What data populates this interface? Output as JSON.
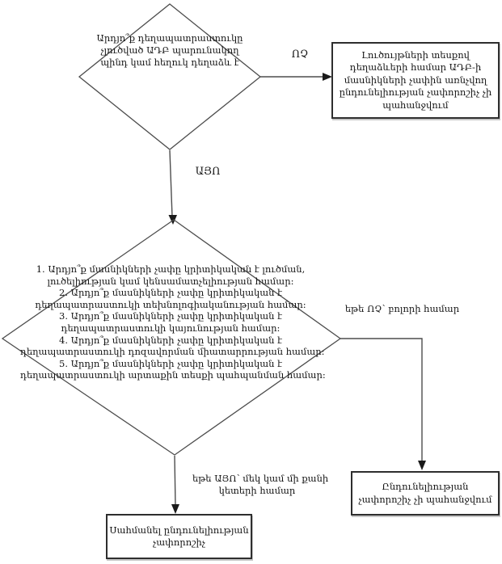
{
  "flowchart": {
    "colors": {
      "background": "#ffffff",
      "line": "#4d4d4d",
      "arrowhead": "#1a1a1a",
      "text": "#161616",
      "box_border": "#2e2e2e"
    },
    "decision1": {
      "lines": [
        "Արդյո՞ք դեղապատրաստուկը",
        "չլուծված ԱԴԲ պարունակող",
        "պինդ կամ հեղուկ դեղաձև է"
      ]
    },
    "labels": {
      "no": "ՈՉ",
      "yes": "ԱՅՈ",
      "if_no_all": "եթե ՈՉ՝ բոլորի համար",
      "if_yes_some": {
        "lines": [
          "եթե ԱՅՈ՝ մեկ կամ մի քանի",
          "կետերի համար"
        ]
      }
    },
    "box_solutions": {
      "lines": [
        "Լուծույթների տեսքով",
        "դեղաձևերի համար ԱԴԲ-ի",
        "մասնիկների չափին առնչվող",
        "ընդունելիության չափորոշիչ չի",
        "պահանջվում"
      ]
    },
    "decision2": {
      "items": [
        {
          "lines": [
            "1. Արդյո՞ք մասնիկների չափը կրիտիկական է լուծման,",
            "լուծելիության կամ կենսամատչելիության համար։"
          ]
        },
        {
          "lines": [
            "2. Արդյո՞ք մասնիկների չափը կրիտիկական է",
            "դեղապատրաստուկի տեխնոլոգիականության համար։"
          ]
        },
        {
          "lines": [
            "3. Արդյո՞ք մասնիկների չափը կրիտիկական է",
            "դեղապատրաստուկի կայունության համար։"
          ]
        },
        {
          "lines": [
            "4. Արդյո՞ք մասնիկների չափը կրիտիկական է",
            "դեղապատրաստուկի դոզավորման միատարրության համար։"
          ]
        },
        {
          "lines": [
            "5. Արդյո՞ք մասնիկների չափը կրիտիկական է",
            "դեղապատրաստուկի արտաքին տեսքի պահպանման համար։"
          ]
        }
      ]
    },
    "box_no_criterion": {
      "lines": [
        "Ընդունելիության",
        "չափորոշիչ չի պահանջվում"
      ]
    },
    "box_set_criterion": {
      "lines": [
        "Սահմանել ընդունելիության",
        "չափորոշիչ"
      ]
    }
  }
}
